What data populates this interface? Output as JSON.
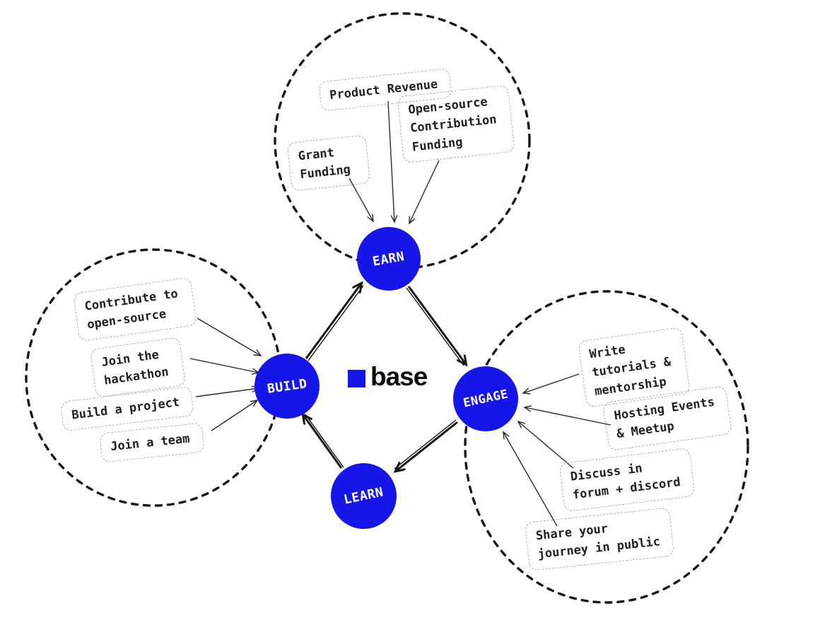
{
  "logo": {
    "label": "base",
    "square_color": "#1616e8"
  },
  "nodes": {
    "earn": {
      "label": "EARN"
    },
    "build": {
      "label": "BUILD"
    },
    "engage": {
      "label": "ENGAGE"
    },
    "learn": {
      "label": "LEARN"
    }
  },
  "cycle_arrows": [
    {
      "from": "BUILD",
      "to": "EARN"
    },
    {
      "from": "EARN",
      "to": "ENGAGE"
    },
    {
      "from": "ENGAGE",
      "to": "LEARN"
    },
    {
      "from": "LEARN",
      "to": "BUILD"
    }
  ],
  "clusters": {
    "earn": {
      "items": [
        {
          "label": "Product Revenue"
        },
        {
          "label": "Open-source Contribution Funding"
        },
        {
          "label": "Grant Funding"
        }
      ]
    },
    "build": {
      "items": [
        {
          "label": "Contribute to open-source"
        },
        {
          "label": "Join the hackathon"
        },
        {
          "label": "Build a project"
        },
        {
          "label": "Join a team"
        }
      ]
    },
    "engage": {
      "items": [
        {
          "label": "Write tutorials & mentorship"
        },
        {
          "label": "Hosting Events & Meetup"
        },
        {
          "label": "Discuss in forum + discord"
        },
        {
          "label": "Share your journey in public"
        }
      ]
    }
  },
  "colors": {
    "node_fill": "#1616e8",
    "node_text": "#ffffff",
    "outline": "#161616",
    "box_border": "#a9a9a9",
    "box_text": "#1f1f1f",
    "logo_text": "#0b0b0b"
  }
}
